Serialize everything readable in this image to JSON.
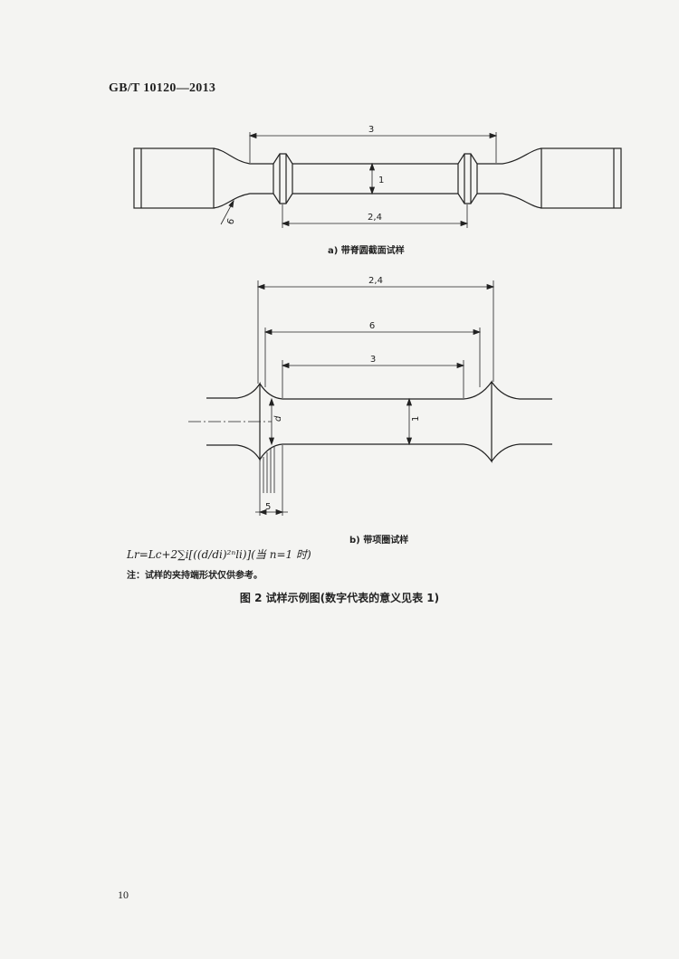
{
  "header": {
    "standard_code": "GB/T 10120—2013"
  },
  "figure": {
    "sub_a": {
      "caption": "a)  带脊圆截面试样",
      "dim_labels": {
        "top": "3",
        "middle": "1",
        "bottom": "2,4",
        "side": "6"
      }
    },
    "sub_b": {
      "caption": "b)  带项圈试样",
      "dim_labels": {
        "top": "2,4",
        "second": "6",
        "third": "3",
        "vertical": "1",
        "diameter": "d",
        "bottom": "5"
      }
    },
    "formula": "Lr=Lc+2∑i[((d/di)²ⁿli)](当 n=1 时)",
    "note": "注：试样的夹持端形状仅供参考。",
    "title": "图 2   试样示例图(数字代表的意义见表 1)"
  },
  "footer": {
    "page_number": "10"
  }
}
